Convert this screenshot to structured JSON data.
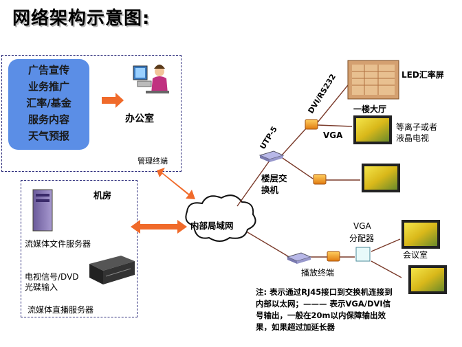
{
  "title": "网络架构示意图:",
  "office_box": {
    "items": [
      "广告宣传",
      "业务推广",
      "汇率/基金",
      "服务内容",
      "天气预报"
    ],
    "office_label": "办公室",
    "terminal_label": "管理终端"
  },
  "server_room": {
    "label": "机房",
    "file_server": "流媒体文件服务器",
    "tv_input_line1": "电视信号/DVD",
    "tv_input_line2": "光碟输入",
    "live_server": "流媒体直播服务器"
  },
  "network": {
    "lan": "内部局域网",
    "switch_label_1": "楼层交",
    "switch_label_2": "换机",
    "utp": "UTP-5",
    "dvi": "DVI/RS232",
    "vga": "VGA",
    "led_screen": "LED汇率屏",
    "lobby": "一楼大厅",
    "plasma_1": "等离子或者",
    "plasma_2": "液晶电视",
    "player_terminal": "播放终端",
    "vga_splitter_1": "VGA",
    "vga_splitter_2": "分配器",
    "meeting_room": "会议室"
  },
  "note": {
    "label": "注:",
    "text": "表示通过RJ45接口到交换机连接到内部以太网；——— 表示VGA/DVI信号输出，一般在20m以内保障输出效果，如果超过加延长器"
  },
  "colors": {
    "arrow": "#f06a2a",
    "office_box": "#5b8ee6",
    "dash_border": "#2a2a7a",
    "screen_yellow": "#e8d21a"
  }
}
